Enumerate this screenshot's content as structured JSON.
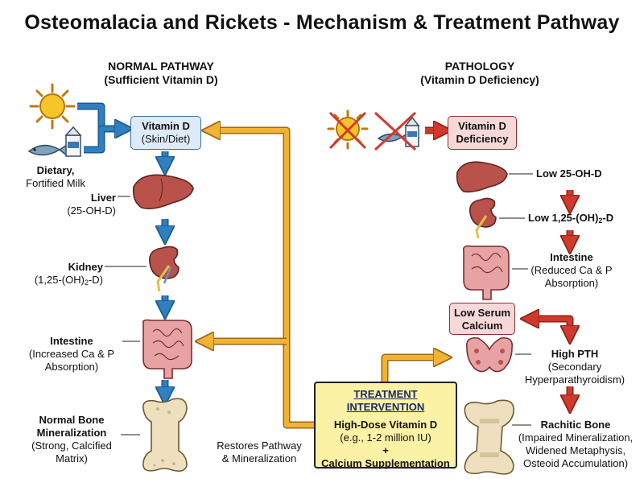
{
  "title": "Osteomalacia and Rickets - Mechanism & Treatment Pathway",
  "normal": {
    "heading": "NORMAL PATHWAY",
    "subheading": "(Sufficient Vitamin D)",
    "vitd_title": "Vitamin D",
    "vitd_sub": "(Skin/Diet)",
    "dietary_title": "Dietary,",
    "dietary_sub": "Fortified Milk",
    "liver_title": "Liver",
    "liver_sub": "(25-OH-D)",
    "kidney_title": "Kidney",
    "kidney_sub_a": "(1,25-(OH)",
    "kidney_sub_b": "2",
    "kidney_sub_c": "-D)",
    "intestine_title": "Intestine",
    "intestine_sub1": "(Increased Ca & P",
    "intestine_sub2": "Absorption)",
    "bone_title1": "Normal Bone",
    "bone_title2": "Mineralization",
    "bone_sub1": "(Strong, Calcified",
    "bone_sub2": "Matrix)"
  },
  "pathology": {
    "heading": "PATHOLOGY",
    "subheading": "(Vitamin D Deficiency)",
    "deficiency_line1": "Vitamin D",
    "deficiency_line2": "Deficiency",
    "low25": "Low 25-OH-D",
    "low125_a": "Low 1,25-(OH)",
    "low125_b": "2",
    "low125_c": "-D",
    "intestine_title": "Intestine",
    "intestine_sub1": "(Reduced Ca & P",
    "intestine_sub2": "Absorption)",
    "serum_line1": "Low Serum",
    "serum_line2": "Calcium",
    "pth_title": "High PTH",
    "pth_sub1": "(Secondary",
    "pth_sub2": "Hyperparathyroidism)",
    "rachitic_title": "Rachitic Bone",
    "rachitic_sub1": "(Impaired Mineralization,",
    "rachitic_sub2": "Widened Metaphysis,",
    "rachitic_sub3": "Osteoid Accumulation)"
  },
  "treatment": {
    "heading": "TREATMENT INTERVENTION",
    "line1": "High-Dose Vitamin D",
    "line2": "(e.g., 1-2 million IU)",
    "plus": "+",
    "line3": "Calcium Supplementation"
  },
  "restores_line1": "Restores Pathway",
  "restores_line2": "& Mineralization",
  "colors": {
    "blue_arrow": "#2f7fc1",
    "red_arrow": "#d03a2c",
    "gold_arrow": "#f2b233",
    "organ": "#b8524a",
    "intestine": "#e7a3a3",
    "bone": "#eee0bf",
    "box_yellow": "#fbf2a6"
  }
}
